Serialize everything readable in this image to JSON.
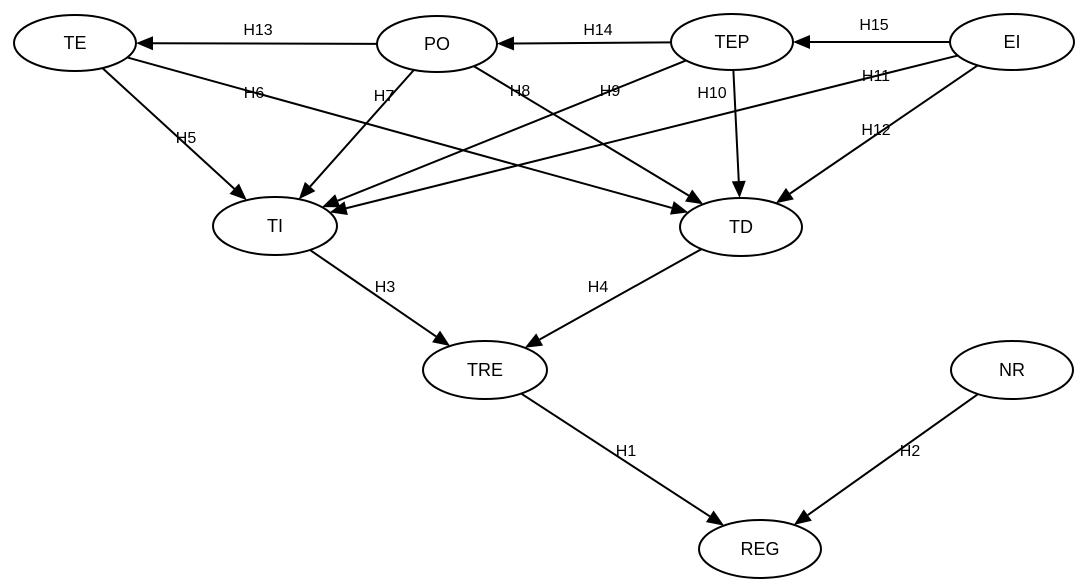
{
  "nodes": [
    {
      "id": "TE",
      "label": "TE"
    },
    {
      "id": "PO",
      "label": "PO"
    },
    {
      "id": "TEP",
      "label": "TEP"
    },
    {
      "id": "EI",
      "label": "EI"
    },
    {
      "id": "TI",
      "label": "TI"
    },
    {
      "id": "TD",
      "label": "TD"
    },
    {
      "id": "TRE",
      "label": "TRE"
    },
    {
      "id": "NR",
      "label": "NR"
    },
    {
      "id": "REG",
      "label": "REG"
    }
  ],
  "edges": [
    {
      "id": "H13",
      "label": "H13",
      "from": "PO",
      "to": "TE"
    },
    {
      "id": "H14",
      "label": "H14",
      "from": "TEP",
      "to": "PO"
    },
    {
      "id": "H15",
      "label": "H15",
      "from": "EI",
      "to": "TEP"
    },
    {
      "id": "H6",
      "label": "H6",
      "from": "TE",
      "to": "TD"
    },
    {
      "id": "H5",
      "label": "H5",
      "from": "TE",
      "to": "TI"
    },
    {
      "id": "H7",
      "label": "H7",
      "from": "PO",
      "to": "TI"
    },
    {
      "id": "H8",
      "label": "H8",
      "from": "PO",
      "to": "TD"
    },
    {
      "id": "H9",
      "label": "H9",
      "from": "TEP",
      "to": "TI"
    },
    {
      "id": "H10",
      "label": "H10",
      "from": "TEP",
      "to": "TD"
    },
    {
      "id": "H11",
      "label": "H11",
      "from": "EI",
      "to": "TI"
    },
    {
      "id": "H12",
      "label": "H12",
      "from": "EI",
      "to": "TD"
    },
    {
      "id": "H3",
      "label": "H3",
      "from": "TI",
      "to": "TRE"
    },
    {
      "id": "H4",
      "label": "H4",
      "from": "TD",
      "to": "TRE"
    },
    {
      "id": "H1",
      "label": "H1",
      "from": "TRE",
      "to": "REG"
    },
    {
      "id": "H2",
      "label": "H2",
      "from": "NR",
      "to": "REG"
    }
  ]
}
